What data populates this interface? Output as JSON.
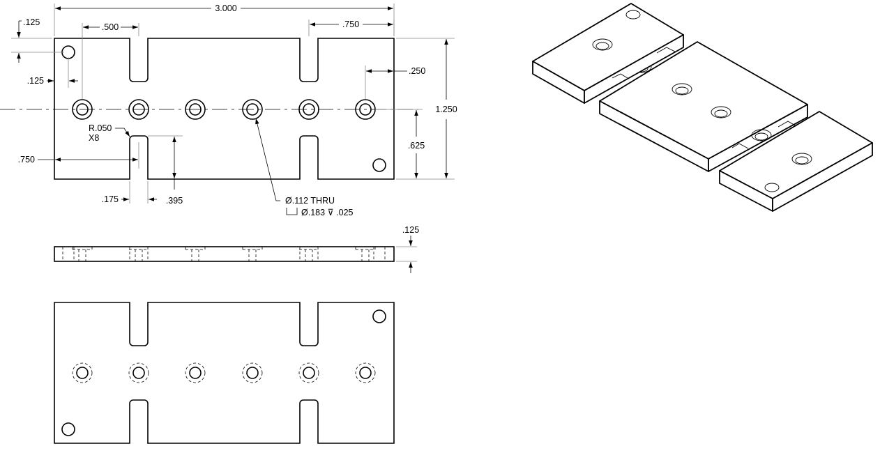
{
  "drawing": {
    "dims": {
      "overall_width": "3.000",
      "hole_spacing": ".500",
      "slot_offset": ".750",
      "corner_hole_top": ".125",
      "corner_hole_left": ".125",
      "end_hole_offset": ".250",
      "overall_height": "1.250",
      "half_height": ".625",
      "fillet_radius": "R.050",
      "fillet_count": "X8",
      "slot_x": ".750",
      "slot_width": ".175",
      "slot_depth": ".395",
      "thickness": ".125"
    },
    "hole_note": {
      "line1": "Ø.112 THRU",
      "line2": "Ø.183 ⊽ .025"
    }
  }
}
